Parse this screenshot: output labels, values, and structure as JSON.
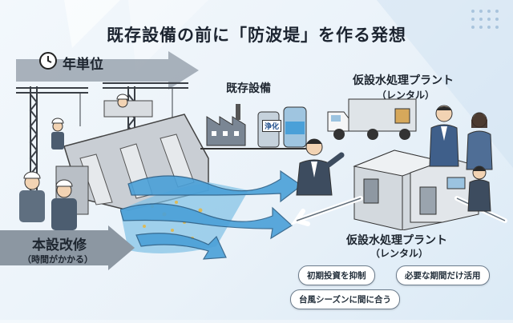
{
  "title": "既存設備の前に「防波堤」を作る発想",
  "timeline": {
    "label": "年単位"
  },
  "existing": {
    "label": "既存設備",
    "purify_tag": "浄化"
  },
  "rental_top": {
    "line1": "仮設水処理プラント",
    "line2": "（レンタル）"
  },
  "rental_bottom": {
    "line1": "仮設水処理プラント",
    "line2": "（レンタル）"
  },
  "main_work": {
    "line1": "本設改修",
    "line2": "（時間がかかる）"
  },
  "benefits": [
    "初期投資を抑制",
    "必要な期間だけ活用",
    "台風シーズンに間に合う"
  ],
  "colors": {
    "water": "#4aa0d8",
    "arrow_gray": "#8a96a2",
    "accent": "#1f4e8c"
  }
}
